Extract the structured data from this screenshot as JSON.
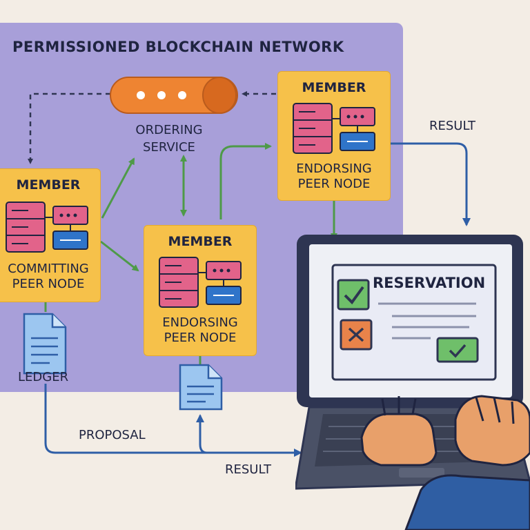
{
  "diagram": {
    "network_title": "PERMISSIONED BLOCKCHAIN NETWORK",
    "ordering_service": "ORDERING\nSERVICE",
    "members": [
      {
        "title": "MEMBER",
        "node": "ENDORSING\nPEER NODE"
      },
      {
        "title": "MEMBER",
        "node": "COMMITTING\nPEER NODE"
      },
      {
        "title": "MEMBER",
        "node": "ENDORSING\nPEER NODE"
      }
    ],
    "ledger": "LEDGER",
    "proposal": "PROPOSAL",
    "result_top": "RESULT",
    "result_bottom": "RESULT",
    "laptop_screen": {
      "title": "RESERVATION"
    }
  },
  "colors": {
    "network": "#a89fd9",
    "member": "#f6c14a",
    "server": "#e2638a",
    "peer_box": "#2f74c9",
    "ordering": "#ee8432",
    "arrow_green": "#4e9a48",
    "arrow_blue": "#2e5ea6",
    "document": "#9cc6f0",
    "check_green": "#6fbf6a",
    "cross_orange": "#e9834a"
  },
  "icons": [
    "server-icon",
    "document-icon",
    "check-icon",
    "cross-icon",
    "laptop-icon",
    "hand-icon"
  ]
}
